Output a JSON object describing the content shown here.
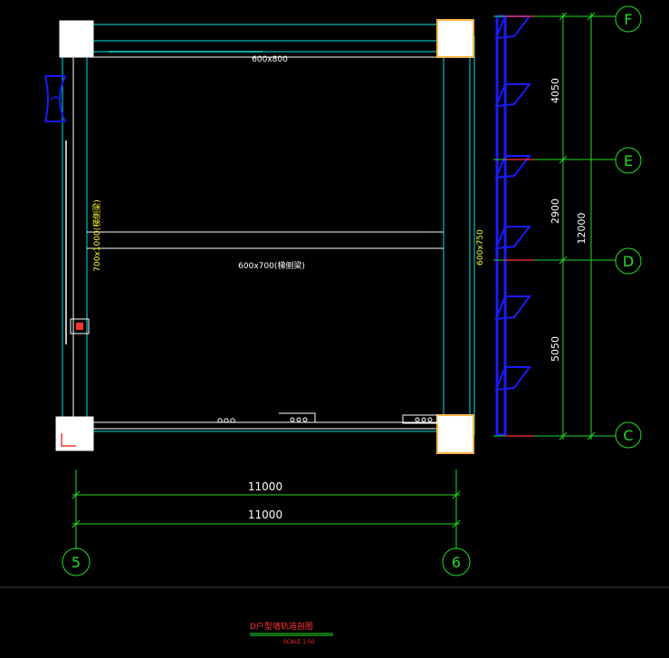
{
  "beams": {
    "top": "600x800",
    "middle": "600x700(梯侧梁)",
    "left": "700x1000(梯侧梁)",
    "right": "600x750"
  },
  "dimensions": {
    "bottom_1": "11000",
    "bottom_2": "11000",
    "right_seg_1": "4050",
    "right_seg_2": "2900",
    "right_seg_3": "5050",
    "right_total": "12000"
  },
  "axes": {
    "grid_F": "F",
    "grid_E": "E",
    "grid_D": "D",
    "grid_C": "C",
    "grid_5": "5",
    "grid_6": "6"
  },
  "title_block": {
    "title": "D户型墙轨道剖图",
    "scale": "SCALE 1:50"
  },
  "colors": {
    "background": "#000000",
    "beam_line": "#ffffff",
    "cyan_line": "#00e5e5",
    "axis": "#22dd22",
    "wall": "#1a1aff",
    "text_yellow": "#ffff33",
    "text_red": "#ff3333",
    "column_orange": "#ffb347"
  }
}
